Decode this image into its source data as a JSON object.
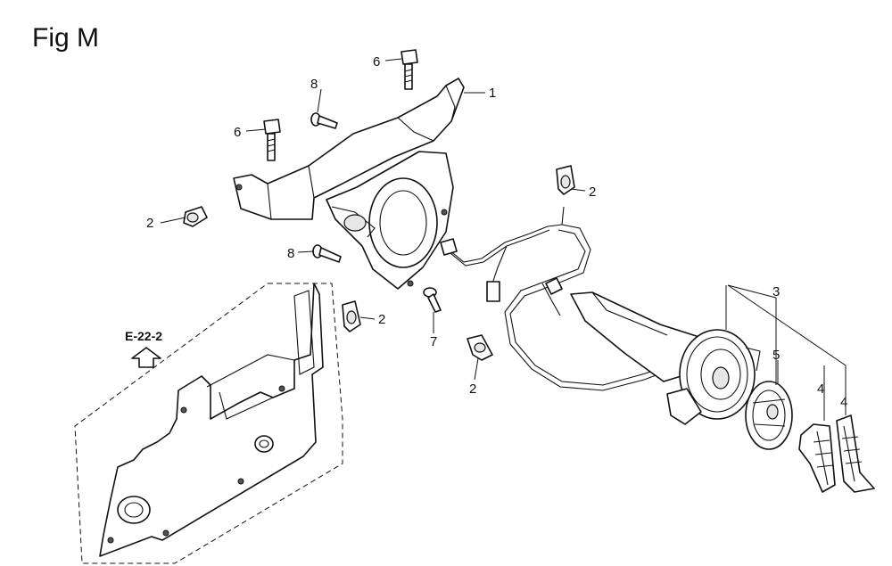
{
  "figure": {
    "title": "Fig M"
  },
  "reference": {
    "label": "E-22-2"
  },
  "callouts": [
    "1",
    "2",
    "2",
    "2",
    "2",
    "3",
    "4",
    "4",
    "5",
    "6",
    "6",
    "7",
    "8",
    "8"
  ]
}
